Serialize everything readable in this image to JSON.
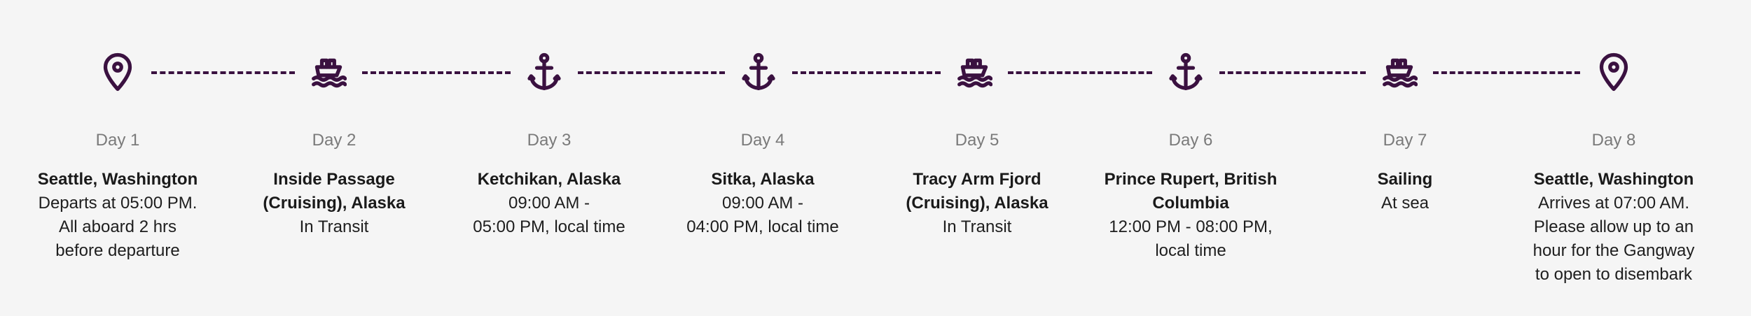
{
  "colors": {
    "accent": "#3a1140",
    "background": "#f5f5f5",
    "day_label": "#7a7a7a",
    "text": "#1e1e1e"
  },
  "days": [
    {
      "icon": "location-pin-icon",
      "label": "Day 1",
      "title": "Seattle, Washington",
      "detail": [
        "Departs at 05:00 PM.",
        "All aboard 2 hrs",
        "before departure"
      ]
    },
    {
      "icon": "ship-icon",
      "label": "Day 2",
      "title": "Inside Passage (Cruising), Alaska",
      "title_lines": [
        "Inside Passage",
        "(Cruising), Alaska"
      ],
      "detail": [
        "In Transit"
      ]
    },
    {
      "icon": "anchor-icon",
      "label": "Day 3",
      "title": "Ketchikan, Alaska",
      "detail": [
        "09:00 AM -",
        "05:00 PM, local time"
      ]
    },
    {
      "icon": "anchor-icon",
      "label": "Day 4",
      "title": "Sitka, Alaska",
      "detail": [
        "09:00 AM -",
        "04:00 PM, local time"
      ]
    },
    {
      "icon": "ship-icon",
      "label": "Day 5",
      "title": "Tracy Arm Fjord (Cruising), Alaska",
      "title_lines": [
        "Tracy Arm Fjord",
        "(Cruising), Alaska"
      ],
      "detail": [
        "In Transit"
      ]
    },
    {
      "icon": "anchor-icon",
      "label": "Day 6",
      "title": "Prince Rupert, British Columbia",
      "title_lines": [
        "Prince Rupert, British",
        "Columbia"
      ],
      "detail": [
        "12:00 PM - 08:00 PM,",
        "local time"
      ]
    },
    {
      "icon": "ship-icon",
      "label": "Day 7",
      "title": "Sailing",
      "detail": [
        "At sea"
      ]
    },
    {
      "icon": "location-pin-icon",
      "label": "Day 8",
      "title": "Seattle, Washington",
      "detail": [
        "Arrives at 07:00 AM.",
        "Please allow up to an",
        "hour for the Gangway",
        "to open to disembark"
      ]
    }
  ]
}
